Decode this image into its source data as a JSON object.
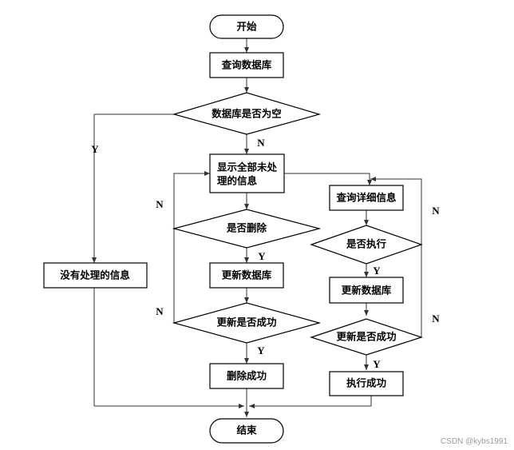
{
  "nodes": {
    "start": "开始",
    "query_db": "查询数据库",
    "is_db_empty": "数据库是否为空",
    "show_unprocessed_line1": "显示全部未处",
    "show_unprocessed_line2": "理的信息",
    "is_delete": "是否删除",
    "update_db_left": "更新数据库",
    "update_success_left": "更新是否成功",
    "delete_success": "删除成功",
    "no_unprocessed": "没有处理的信息",
    "query_detail": "查询详细信息",
    "is_execute": "是否执行",
    "update_db_right": "更新数据库",
    "update_success_right": "更新是否成功",
    "execute_success": "执行成功",
    "end": "结束"
  },
  "edge_labels": {
    "empty_yes": "Y",
    "empty_no": "N",
    "delete_no": "N",
    "delete_yes": "Y",
    "update_left_no": "N",
    "update_left_yes": "Y",
    "execute_no": "N",
    "execute_yes": "Y",
    "update_right_no": "N",
    "update_right_yes": "Y"
  },
  "watermark": "CSDN @kybs1991"
}
